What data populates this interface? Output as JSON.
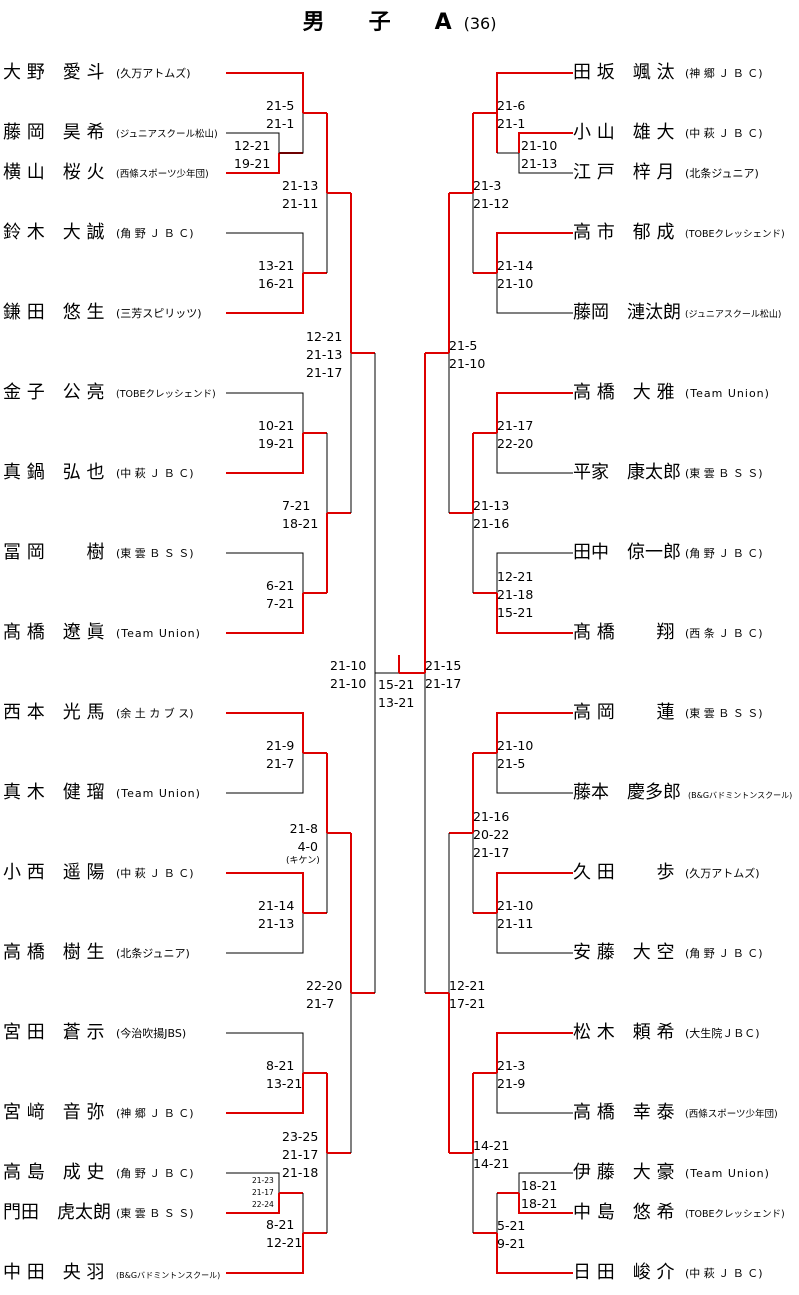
{
  "title": {
    "main": "男　　子　　A",
    "count": "(36)"
  },
  "left_players": [
    {
      "name": "大 野　愛 斗",
      "club": "(久万アトムズ)"
    },
    {
      "name": "藤 岡　昊 希",
      "club": "(ジュニアスクール松山)"
    },
    {
      "name": "横 山　桜 火",
      "club": "(西條スポーツ少年団)"
    },
    {
      "name": "鈴 木　大 誠",
      "club": "(角 野 Ｊ Ｂ Ｃ)"
    },
    {
      "name": "鎌 田　悠 生",
      "club": "(三芳スピリッツ)"
    },
    {
      "name": "金 子　公 亮",
      "club": "(TOBEクレッシェンド)"
    },
    {
      "name": "真 鍋　弘 也",
      "club": "(中 萩 Ｊ Ｂ Ｃ)"
    },
    {
      "name": "冨 岡　　 樹",
      "club": "(東 雲 Ｂ Ｓ Ｓ)"
    },
    {
      "name": "髙 橋　遼 眞",
      "club": "(Team Union)"
    },
    {
      "name": "西 本　光 馬",
      "club": "(余 土 カ ブ ス)"
    },
    {
      "name": "真 木　健 瑠",
      "club": "(Team Union)"
    },
    {
      "name": "小 西　遥 陽",
      "club": "(中 萩 Ｊ Ｂ Ｃ)"
    },
    {
      "name": "高 橋　樹 生",
      "club": "(北条ジュニア)"
    },
    {
      "name": "宮 田　蒼 示",
      "club": "(今治吹揚JBS)"
    },
    {
      "name": "宮 﨑　音 弥",
      "club": "(神 郷 Ｊ Ｂ Ｃ)"
    },
    {
      "name": "高 島　成 史",
      "club": "(角 野 Ｊ Ｂ Ｃ)"
    },
    {
      "name": "門田　虎太朗",
      "club": "(東 雲 Ｂ Ｓ Ｓ)"
    },
    {
      "name": "中 田　央 羽",
      "club": "(B&Gバドミントンスクール)"
    }
  ],
  "right_players": [
    {
      "name": "田 坂　颯 汰",
      "club": "(神 郷 Ｊ Ｂ Ｃ)"
    },
    {
      "name": "小 山　雄 大",
      "club": "(中 萩 Ｊ Ｂ Ｃ)"
    },
    {
      "name": "江 戸　梓 月",
      "club": "(北条ジュニア)"
    },
    {
      "name": "高 市　郁 成",
      "club": "(TOBEクレッシェンド)"
    },
    {
      "name": "藤岡　漣汰朗",
      "club": "(ジュニアスクール松山)"
    },
    {
      "name": "高 橋　大 雅",
      "club": "(Team Union)"
    },
    {
      "name": "平家　康太郎",
      "club": "(東 雲 Ｂ Ｓ Ｓ)"
    },
    {
      "name": "田中　倞一郎",
      "club": "(角 野 Ｊ Ｂ Ｃ)"
    },
    {
      "name": "髙 橋　　 翔",
      "club": "(西 条 Ｊ Ｂ Ｃ)"
    },
    {
      "name": "高 岡　　 蓮",
      "club": "(東 雲 Ｂ Ｓ Ｓ)"
    },
    {
      "name": "藤本　慶多郎",
      "club": "(B&Gバドミントンスクール)"
    },
    {
      "name": "久 田　　 歩",
      "club": "(久万アトムズ)"
    },
    {
      "name": "安 藤　大 空",
      "club": "(角 野 Ｊ Ｂ Ｃ)"
    },
    {
      "name": "松 木　頼 希",
      "club": "(大生院ＪＢＣ)"
    },
    {
      "name": "高 橋　幸 泰",
      "club": "(西條スポーツ少年団)"
    },
    {
      "name": "伊 藤　大 豪",
      "club": "(Team Union)"
    },
    {
      "name": "中 島　悠 希",
      "club": "(TOBEクレッシェンド)"
    },
    {
      "name": "日 田　峻 介",
      "club": "(中 萩 Ｊ Ｂ Ｃ)"
    }
  ],
  "scores": [
    {
      "text": "21-5\n21-1"
    },
    {
      "text": "12-21\n19-21"
    },
    {
      "text": "21-13\n21-11"
    },
    {
      "text": "13-21\n16-21"
    },
    {
      "text": "12-21\n21-13\n21-17"
    },
    {
      "text": "10-21\n19-21"
    },
    {
      "text": "7-21\n18-21"
    },
    {
      "text": "6-21\n7-21"
    },
    {
      "text": "21-10\n21-10"
    },
    {
      "text": "15-21\n13-21"
    },
    {
      "text": "21-15\n21-17"
    },
    {
      "text": "21-9\n21-7"
    },
    {
      "text": "21-8\n4-0"
    },
    {
      "text": "(キケン)"
    },
    {
      "text": "21-14\n21-13"
    },
    {
      "text": "22-20\n21-7"
    },
    {
      "text": "8-21\n13-21"
    },
    {
      "text": "23-25\n21-17\n21-18"
    },
    {
      "text": "21-23\n21-17\n22-24"
    },
    {
      "text": "8-21\n12-21"
    },
    {
      "text": "21-6\n21-1"
    },
    {
      "text": "21-10\n21-13"
    },
    {
      "text": "21-3\n21-12"
    },
    {
      "text": "21-14\n21-10"
    },
    {
      "text": "21-5\n21-10"
    },
    {
      "text": "21-17\n22-20"
    },
    {
      "text": "21-13\n21-16"
    },
    {
      "text": "12-21\n21-18\n15-21"
    },
    {
      "text": "21-10\n21-5"
    },
    {
      "text": "21-16\n20-22\n21-17"
    },
    {
      "text": "21-10\n21-11"
    },
    {
      "text": "12-21\n17-21"
    },
    {
      "text": "21-3\n21-9"
    },
    {
      "text": "14-21\n14-21"
    },
    {
      "text": "18-21\n18-21"
    },
    {
      "text": "5-21\n9-21"
    }
  ],
  "colors": {
    "win": "#dd0000",
    "line": "#000000"
  }
}
